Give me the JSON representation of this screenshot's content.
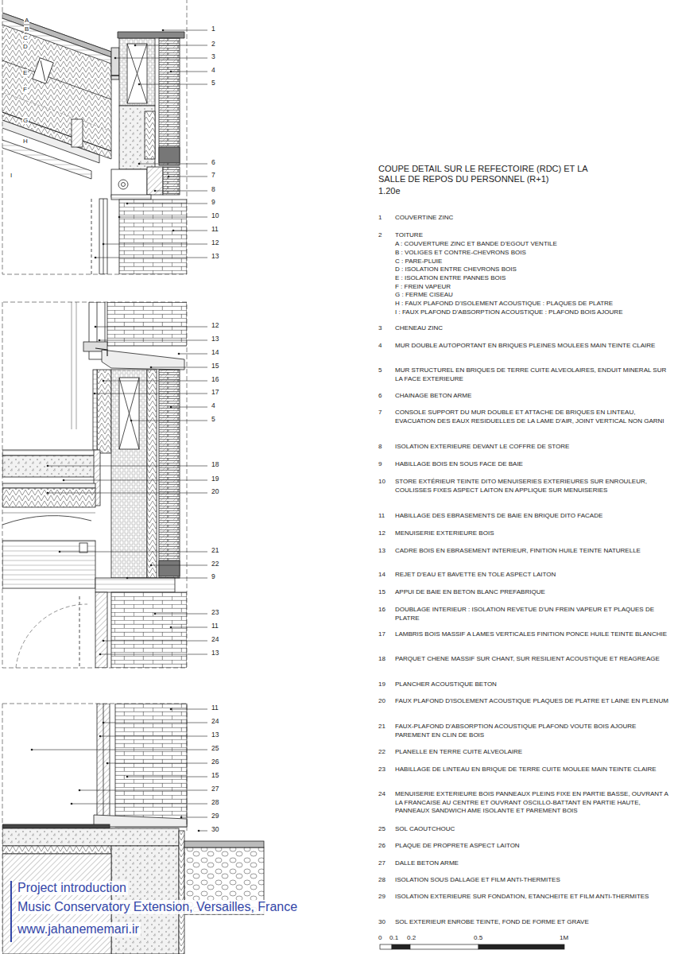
{
  "diagram": {
    "title": "COUPE DETAIL SUR LE REFECTOIRE (RDC) ET LA SALLE DE REPOS DU PERSONNEL (R+1)",
    "labels": [
      "1",
      "2",
      "3",
      "4",
      "5",
      "6",
      "7",
      "8",
      "9",
      "10",
      "11",
      "12",
      "13",
      "A",
      "B",
      "C",
      "D",
      "E",
      "F",
      "G",
      "H",
      "I",
      "12",
      "13",
      "14",
      "15",
      "16",
      "17",
      "4",
      "5",
      "18",
      "19",
      "20",
      "21",
      "22",
      "9",
      "23",
      "11",
      "24",
      "13",
      "11",
      "24",
      "13",
      "25",
      "26",
      "15",
      "27",
      "28",
      "29",
      "30",
      "1.20e",
      "1",
      "COUVERTINE ZINC",
      "2",
      "TOITURE",
      "A : COUVERTURE ZINC ET BANDE D'EGOUT VENTILE",
      "B : VOLIGES ET CONTRE-CHEVRONS BOIS",
      "C : PARE-PLUIE",
      "D : ISOLATION ENTRE CHEVRONS BOIS",
      "E : ISOLATION ENTRE PANNES BOIS",
      "F : FREIN VAPEUR",
      "G : FERME CISEAU",
      "H : FAUX PLAFOND D'ISOLEMENT ACOUSTIQUE : PLAQUES DE PLATRE",
      "I : FAUX PLAFOND D'ABSORPTION ACOUSTIQUE : PLAFOND BOIS AJOURE",
      "3",
      "CHENEAU ZINC",
      "4",
      "MUR DOUBLE AUTOPORTANT EN BRIQUES PLEINES MOULEES MAIN TEINTE CLAIRE",
      "5",
      "MUR STRUCTUREL EN BRIQUES DE TERRE CUITE ALVEOLAIRES, ENDUIT MINERAL SUR LA FACE EXTERIEURE",
      "6",
      "CHAINAGE BETON ARME",
      "7",
      "CONSOLE SUPPORT DU MUR DOUBLE ET ATTACHE DE BRIQUES EN LINTEAU, EVACUATION DES EAUX RESIDUELLES DE LA LAME D'AIR, JOINT VERTICAL NON GARNI",
      "8",
      "ISOLATION EXTERIEURE DEVANT LE COFFRE DE STORE",
      "9",
      "HABILLAGE BOIS EN SOUS FACE DE BAIE",
      "10",
      "STORE EXTÉRIEUR TEINTE DITO MENUISERIES EXTERIEURES SUR ENROULEUR, COULISSES FIXES ASPECT LAITON EN APPLIQUE SUR MENUISERIES",
      "11",
      "HABILLAGE DES EBRASEMENTS DE BAIE EN BRIQUE DITO FACADE",
      "12",
      "MENUISERIE EXTERIEURE BOIS",
      "13",
      "CADRE BOIS EN EBRASEMENT INTERIEUR, FINITION HUILE TEINTE NATURELLE",
      "14",
      "REJET D'EAU ET BAVETTE EN TOLE ASPECT LAITON",
      "15",
      "APPUI DE BAIE EN BETON BLANC PREFABRIQUE",
      "16",
      "DOUBLAGE INTERIEUR : ISOLATION REVETUE D'UN FREIN VAPEUR ET PLAQUES DE PLATRE",
      "17",
      "LAMBRIS BOIS MASSIF A LAMES VERTICALES FINITION PONCE HUILE TEINTE BLANCHIE",
      "18",
      "PARQUET CHENE MASSIF SUR CHANT, SUR RESILIENT ACOUSTIQUE ET REAGREAGE",
      "19",
      "PLANCHER ACOUSTIQUE BETON",
      "20",
      "FAUX PLAFOND D'ISOLEMENT ACOUSTIQUE PLAQUES DE PLATRE ET LAINE EN PLENUM",
      "21",
      "FAUX-PLAFOND D'ABSORPTION ACOUSTIQUE PLAFOND VOUTE BOIS AJOURE PAREMENT EN CLIN DE BOIS",
      "22",
      "PLANELLE EN TERRE CUITE ALVEOLAIRE",
      "23",
      "HABILLAGE DE LINTEAU EN BRIQUE DE TERRE CUITE MOULEE MAIN TEINTE CLAIRE",
      "24",
      "MENUISERIE EXTERIEURE BOIS PANNEAUX PLEINS FIXE EN PARTIE BASSE, OUVRANT A LA FRANCAISE AU CENTRE ET OUVRANT OSCILLO-BATTANT EN PARTIE HAUTE, PANNEAUX SANDWICH AME ISOLANTE ET PAREMENT BOIS",
      "25",
      "SOL CAOUTCHOUC",
      "26",
      "PLAQUE DE PROPRETE ASPECT LAITON",
      "27",
      "DALLE BETON ARME",
      "28",
      "ISOLATION SOUS DALLAGE ET FILM ANTI-THERMITES",
      "29",
      "ISOLATION EXTERIEURE SUR FONDATION, ETANCHEITE ET FILM ANTI-THERMITES",
      "30",
      "SOL EXTERIEUR ENROBE TEINTE, FOND DE FORME ET GRAVE",
      "0",
      "0.1",
      "0.2",
      "0.5",
      "1M",
      "Project introduction",
      "Music Conservatory Extension, Versailles, France",
      "www.jahanememari.ir"
    ]
  }
}
